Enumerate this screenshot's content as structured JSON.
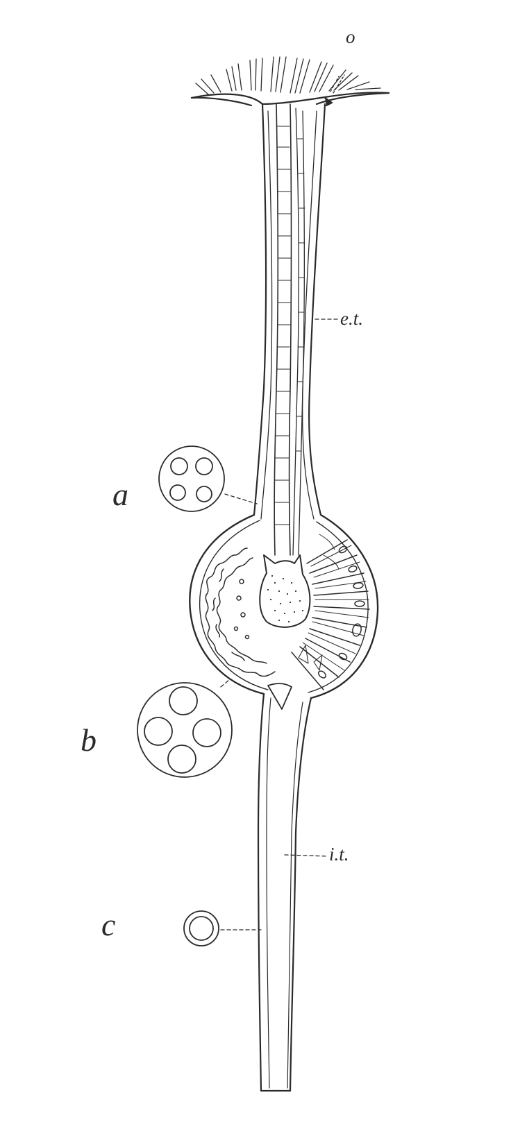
{
  "figure": {
    "labels": {
      "o": "o",
      "et": "e.t.",
      "it": "i.t.",
      "a": "a",
      "b": "b",
      "c": "c"
    },
    "ink_color": "#2a2a2a",
    "paper_color": "#ffffff"
  }
}
